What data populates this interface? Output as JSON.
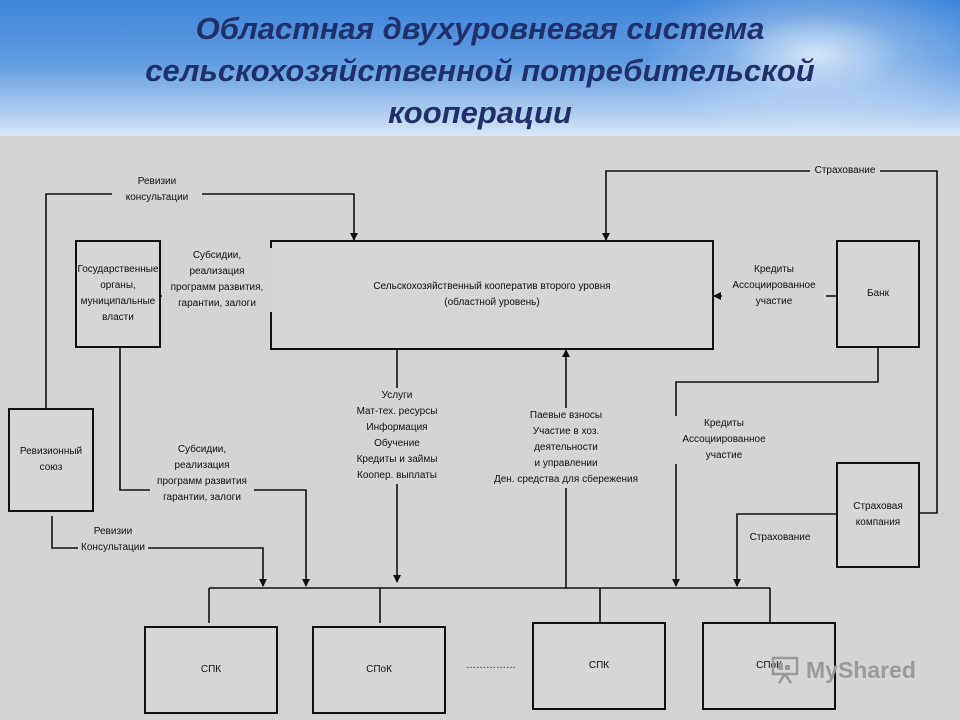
{
  "header": {
    "title_lines": [
      "Областная двухуровневая система",
      "сельскохозяйственной потребительской",
      "кооперации"
    ]
  },
  "nodes": {
    "coop2": [
      "Сельскохозяйственный кооператив второго уровня",
      "(областной уровень)"
    ],
    "gov": [
      "Государственные",
      "органы,",
      "муниципальные",
      "власти"
    ],
    "audit": [
      "Ревизионный",
      "союз"
    ],
    "bank": [
      "Банк"
    ],
    "insurer": [
      "Страховая",
      "компания"
    ],
    "bottom": [
      "СПК",
      "СПоК",
      "СПК",
      "СПоК"
    ],
    "ellipsis": "……………"
  },
  "labels": {
    "revision_top": [
      "Ревизии",
      "консультации"
    ],
    "insurance_top": "Страхование",
    "subsidies_top": [
      "Субсидии,",
      "реализация",
      "программ развития,",
      "гарантии, залоги"
    ],
    "credits_top": [
      "Кредиты",
      "Ассоциированное",
      "участие"
    ],
    "services": [
      "Услуги",
      "Мат-тех. ресурсы",
      "Информация",
      "Обучение",
      "Кредиты и займы",
      "Коопер. выплаты"
    ],
    "shares": [
      "Паевые взносы",
      "Участие в хоз.",
      "деятельности",
      "и управлении",
      "Ден. средства для сбережения"
    ],
    "credits_mid": [
      "Кредиты",
      "Ассоциированное",
      "участие"
    ],
    "subsidies_bottom": [
      "Субсидии,",
      "реализация",
      "программ развития",
      "гарантии, залоги"
    ],
    "revision_bottom": [
      "Ревизии",
      "Консультации"
    ],
    "insurance_bottom": "Страхование"
  },
  "watermark": "MyShared"
}
